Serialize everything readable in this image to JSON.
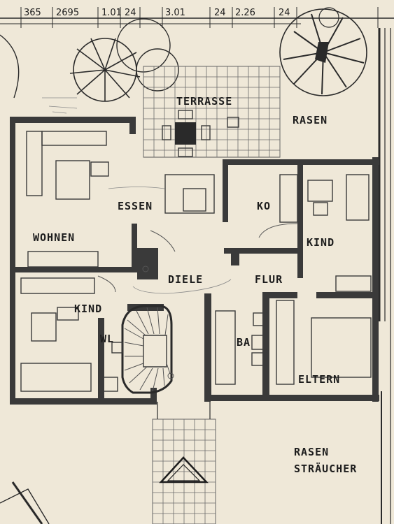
{
  "dimensions": [
    "365",
    "2695",
    "1.01",
    "24",
    "3.01",
    "24",
    "2.26",
    "24"
  ],
  "rooms": {
    "terrasse": "TERRASSE",
    "rasen_top": "RASEN",
    "essen": "ESSEN",
    "ko": "KO",
    "wohnen": "WOHNEN",
    "kind_right": "KIND",
    "diele": "DIELE",
    "flur": "FLUR",
    "kind_left": "KIND",
    "wl": "WL",
    "ba": "BA",
    "eltern": "ELTERN",
    "rasen_bottom": "RASEN",
    "straeucher": "STRÄUCHER"
  },
  "colors": {
    "paper": "#efe8d8",
    "ink": "#2a2a2a",
    "wall": "#3a3a3a"
  }
}
